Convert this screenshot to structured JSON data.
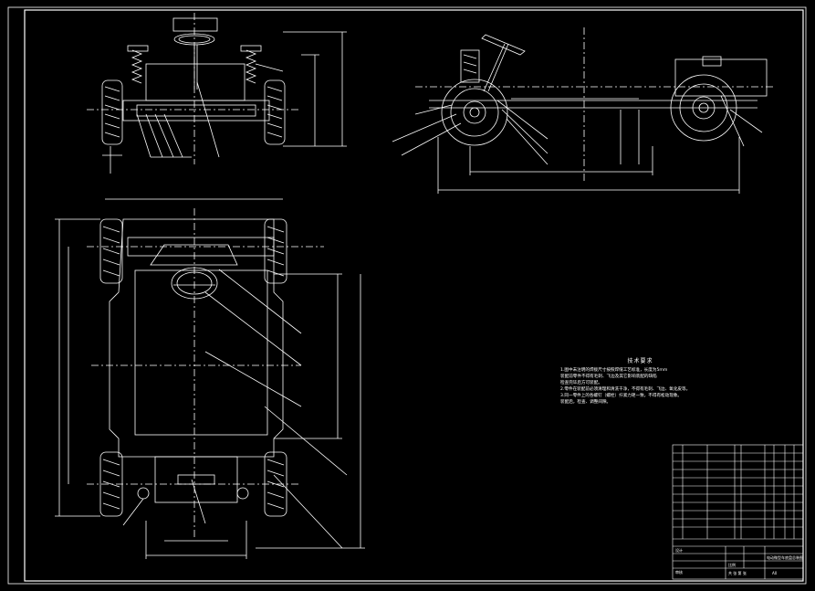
{
  "tech_notes": {
    "title": "技术要求",
    "lines": [
      "1.图中未注明的焊接尺寸按照焊缝工艺标准，长度为5mm",
      "  装配前零件不得有毛刺、飞边及其它影响装配的缺陷",
      "  检查完毕后方可装配。",
      "2.零件在装配前必须清理和清洗干净，不得有毛刺、飞边、氧化皮等。",
      "3.同一零件上的各螺钉（螺栓）拧紧力矩一致，不得有松动现象。",
      "  装配后，检查、调整间隙。"
    ]
  },
  "title_block": {
    "lbl_design": "设计",
    "lbl_check": "审核",
    "lbl_scale": "比例",
    "lbl_sheet": "共 张 第 张",
    "drawing_title": "电动微型车底盘总装图",
    "sheet_no": "A0"
  }
}
